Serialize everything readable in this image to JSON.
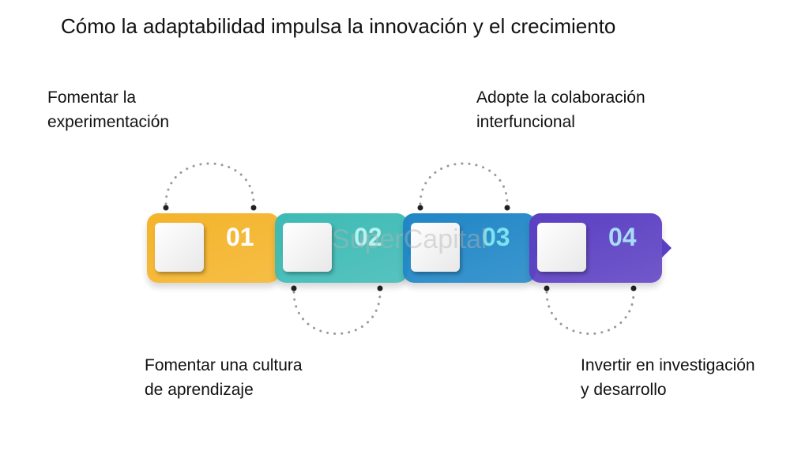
{
  "title": "Cómo la adaptabilidad impulsa la innovación y el crecimiento",
  "steps": [
    {
      "number": "01",
      "label_line1": "Fomentar la",
      "label_line2": "experimentación",
      "color": "#f4b42a",
      "number_color": "#ffffff"
    },
    {
      "number": "02",
      "label_line1": "Fomentar una cultura",
      "label_line2": "de aprendizaje",
      "color": "#3dbab5",
      "number_color": "#b8f1f0"
    },
    {
      "number": "03",
      "label_line1": "Adopte la colaboración",
      "label_line2": "interfuncional",
      "color": "#1f86c6",
      "number_color": "#7fe3ef"
    },
    {
      "number": "04",
      "label_line1": "Invertir en investigación",
      "label_line2": "y desarrollo",
      "color": "#5b3fc2",
      "number_color": "#a8dcf8"
    }
  ],
  "watermark": "SuperCapital"
}
